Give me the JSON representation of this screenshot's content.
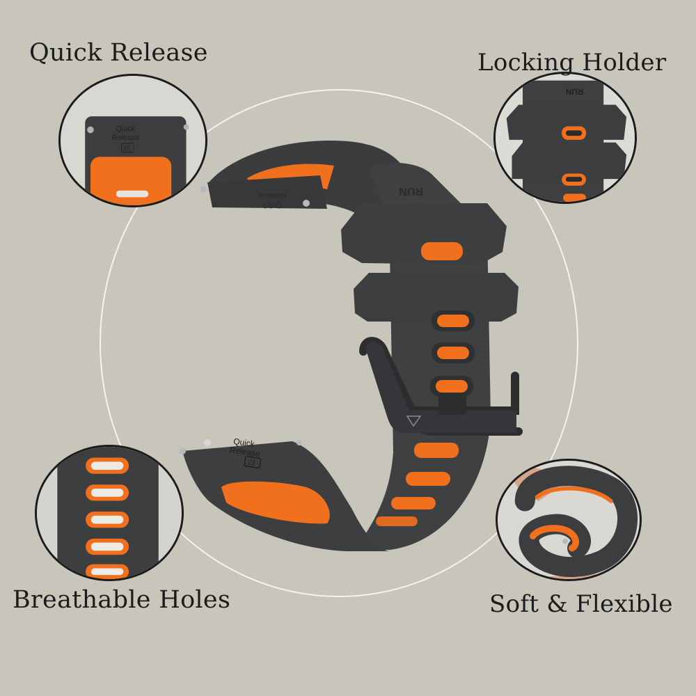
{
  "features": {
    "quick_release": "Quick Release",
    "locking_holder": "Locking Holder",
    "breathable_holes": "Breathable Holes",
    "soft_flexible": "Soft & Flexible"
  },
  "strap_text": {
    "quick": "Quick",
    "release": "Release",
    "size": "22",
    "run": "RUN"
  },
  "colors": {
    "background": "#c8c6bb",
    "strap_gray": "#3d3f41",
    "accent_orange": "#f0701e",
    "ring": "#f4f3ee"
  }
}
